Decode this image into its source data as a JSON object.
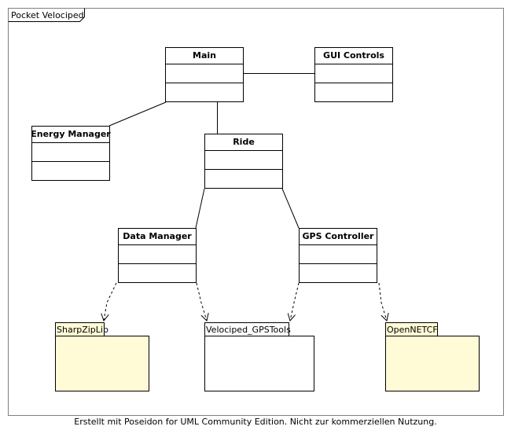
{
  "frame": {
    "title": "Pocket Velociped"
  },
  "classes": [
    {
      "id": "main",
      "name": "Main"
    },
    {
      "id": "gui",
      "name": "GUI Controls"
    },
    {
      "id": "energy",
      "name": "Energy Manager"
    },
    {
      "id": "ride",
      "name": "Ride"
    },
    {
      "id": "data",
      "name": "Data Manager"
    },
    {
      "id": "gps",
      "name": "GPS Controller"
    }
  ],
  "packages": [
    {
      "id": "sharpzip",
      "name": "SharpZipLib",
      "fill": "#fffbd6"
    },
    {
      "id": "gpstools",
      "name": "Velociped_GPSTools",
      "fill": "#ffffff"
    },
    {
      "id": "opennetcf",
      "name": "OpenNETCF",
      "fill": "#fffbd6"
    }
  ],
  "footer": "Erstellt mit Poseidon for UML Community Edition. Nicht zur kommerziellen Nutzung."
}
